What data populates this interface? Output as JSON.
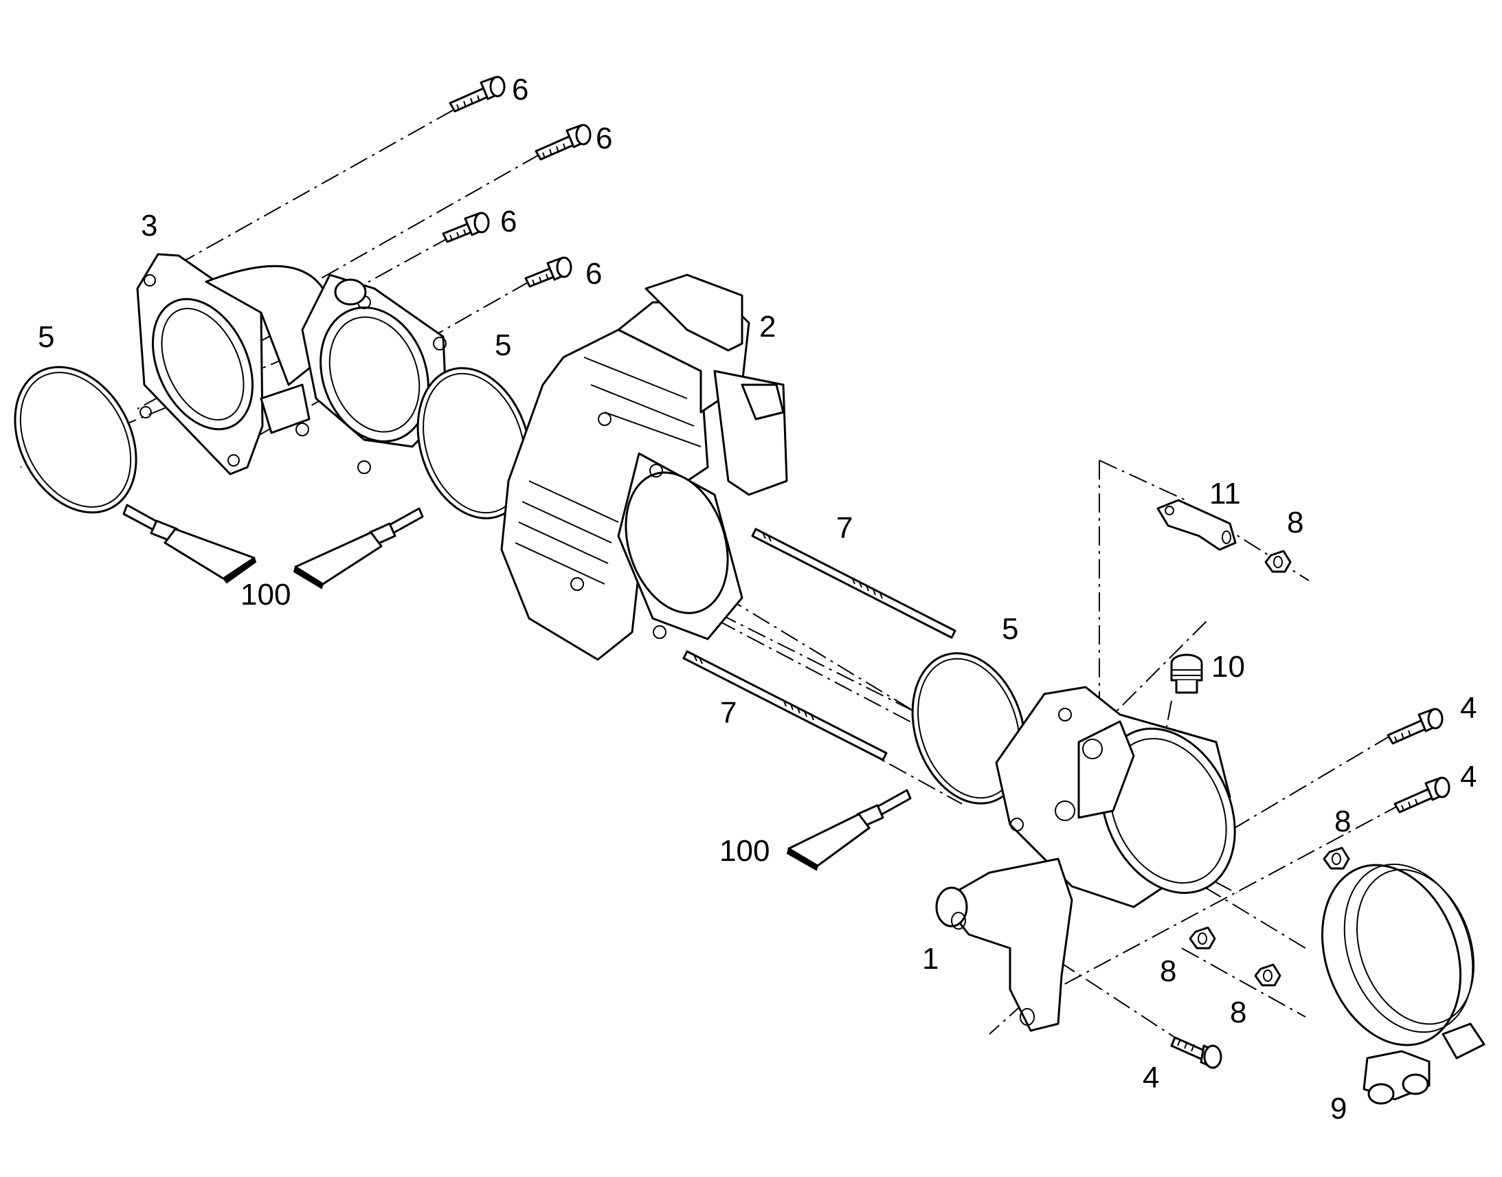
{
  "callouts": {
    "c1": "1",
    "c2": "2",
    "c3": "3",
    "c4a": "4",
    "c4b": "4",
    "c4c": "4",
    "c5a": "5",
    "c5b": "5",
    "c5c": "5",
    "c6a": "6",
    "c6b": "6",
    "c6c": "6",
    "c6d": "6",
    "c7a": "7",
    "c7b": "7",
    "c8a": "8",
    "c8b": "8",
    "c8c": "8",
    "c8d": "8",
    "c9": "9",
    "c10": "10",
    "c11": "11",
    "c100a": "100",
    "c100b": "100"
  }
}
